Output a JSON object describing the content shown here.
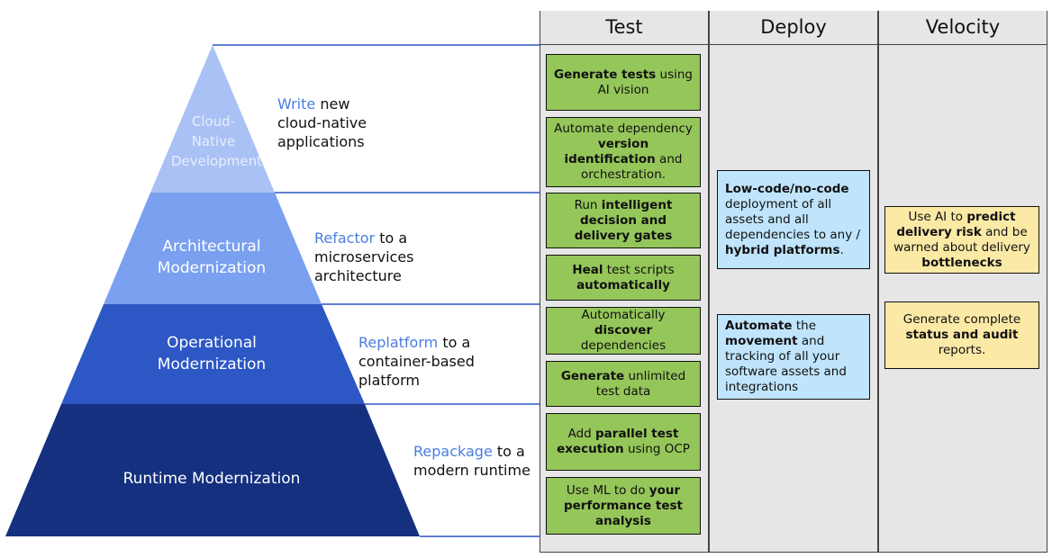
{
  "pyramid": {
    "tiers": [
      {
        "name": "Cloud-Native Development",
        "lines": [
          "Cloud-",
          "Native",
          "Development"
        ],
        "color": "#a9c1f5"
      },
      {
        "name": "Architectural Modernization",
        "lines": [
          "Architectural",
          "Modernization"
        ],
        "color": "#7aa0ef"
      },
      {
        "name": "Operational Modernization",
        "lines": [
          "Operational",
          "Modernization"
        ],
        "color": "#2d57c5"
      },
      {
        "name": "Runtime Modernization",
        "lines": [
          "Runtime Modernization"
        ],
        "color": "#14307f"
      }
    ],
    "descriptions": [
      {
        "keyword": "Write",
        "rest_line1": " new",
        "lines": [
          "cloud-native",
          "applications"
        ]
      },
      {
        "keyword": "Refactor",
        "rest_line1": " to a",
        "lines": [
          "microservices",
          "architecture"
        ]
      },
      {
        "keyword": "Replatform",
        "rest_line1": " to a",
        "lines": [
          "container-based",
          "platform"
        ]
      },
      {
        "keyword": "Repackage",
        "rest_line1": " to a",
        "lines": [
          "modern runtime"
        ]
      }
    ]
  },
  "table": {
    "columns": [
      "Test",
      "Deploy",
      "Velocity"
    ],
    "test_items": [
      [
        [
          "b",
          "Generate tests"
        ],
        [
          "t",
          " using AI vision"
        ]
      ],
      [
        [
          "t",
          "Automate dependency "
        ],
        [
          "b",
          "version identification"
        ],
        [
          "t",
          " and orchestration."
        ]
      ],
      [
        [
          "t",
          "Run "
        ],
        [
          "b",
          "intelligent decision and delivery gates"
        ]
      ],
      [
        [
          "b",
          "Heal"
        ],
        [
          "t",
          " test scripts "
        ],
        [
          "b",
          "automatically"
        ]
      ],
      [
        [
          "t",
          "Automatically "
        ],
        [
          "b",
          "discover"
        ],
        [
          "t",
          " dependencies"
        ]
      ],
      [
        [
          "b",
          "Generate"
        ],
        [
          "t",
          " unlimited test data"
        ]
      ],
      [
        [
          "t",
          "Add "
        ],
        [
          "b",
          "parallel test execution"
        ],
        [
          "t",
          " using OCP"
        ]
      ],
      [
        [
          "t",
          "Use ML to do "
        ],
        [
          "b",
          "your performance test analysis"
        ]
      ]
    ],
    "deploy_items": [
      [
        [
          "b",
          "Low-code/no-code"
        ],
        [
          "t",
          " deployment of all assets and all dependencies to any / "
        ],
        [
          "b",
          "hybrid platforms"
        ],
        [
          "t",
          "."
        ]
      ],
      [
        [
          "b",
          "Automate"
        ],
        [
          "t",
          " the "
        ],
        [
          "b",
          "movement"
        ],
        [
          "t",
          " and tracking of all your software assets and integrations"
        ]
      ]
    ],
    "velocity_items": [
      [
        [
          "t",
          "Use AI to "
        ],
        [
          "b",
          "predict delivery risk"
        ],
        [
          "t",
          " and be warned about delivery "
        ],
        [
          "b",
          "bottlenecks"
        ]
      ],
      [
        [
          "t",
          "Generate complete "
        ],
        [
          "b",
          "status and audit"
        ],
        [
          "t",
          " reports."
        ]
      ]
    ]
  },
  "colors": {
    "green_box": "#95c65a",
    "blue_box": "#bfe4fb",
    "yellow_box": "#fbe9a6",
    "line": "#2d57c5",
    "highlight": "#4a7de0"
  }
}
